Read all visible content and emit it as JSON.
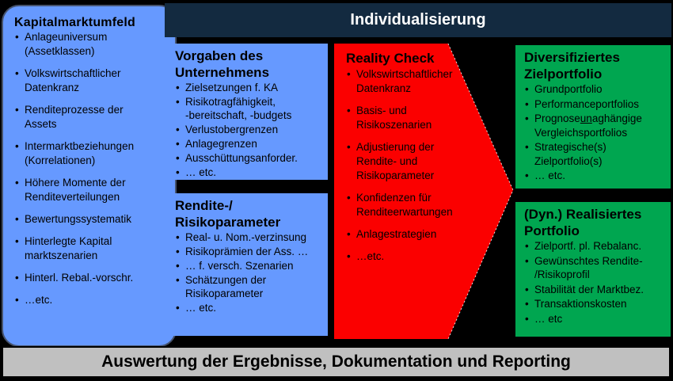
{
  "colors": {
    "background": "#000000",
    "box_blue": "#6699ff",
    "header_navy": "#132a40",
    "arrow_red": "#fb0000",
    "box_green": "#00a650",
    "footer_gray": "#c0c0c0"
  },
  "header": {
    "title": "Individualisierung"
  },
  "left_panel": {
    "title": "Kapitalmarktumfeld",
    "items": [
      "Anlageuniversum\n(Assetklassen)",
      "Volkswirtschaftlicher\nDatenkranz",
      "Renditeprozesse der\nAssets",
      "Intermarktbeziehungen\n(Korrelationen)",
      "Höhere Momente der\nRenditeverteilungen",
      "Bewertungssystematik",
      "Hinterlegte Kapital\nmarktszenarien",
      "Hinterl. Rebal.-vorschr.",
      "…etc."
    ]
  },
  "vorgaben_box": {
    "title": "Vorgaben des\nUnternehmens",
    "items": [
      "Zielsetzungen f. KA",
      "Risikotragfähigkeit,\n-bereitschaft, -budgets",
      "Verlustobergrenzen",
      "Anlagegrenzen",
      "Ausschüttungsanforder.",
      "… etc."
    ]
  },
  "rendite_box": {
    "title": "Rendite-/\nRisikoparameter",
    "items": [
      "Real- u. Nom.-verzinsung",
      "Risikoprämien der Ass. …",
      "… f. versch. Szenarien",
      "Schätzungen der\nRisikoparameter",
      "… etc."
    ]
  },
  "reality_check": {
    "title": "Reality Check",
    "items": [
      "Volkswirtschaftlicher\nDatenkranz",
      "Basis- und\nRisikoszenarien",
      "Adjustierung der\nRendite- und\nRisikoparameter",
      "Konfidenzen für\nRenditeerwartungen",
      "Anlagestrategien",
      "…etc."
    ]
  },
  "ziel_box": {
    "title": "Diversifiziertes\nZielportfolio",
    "items": [
      "Grundportfolio",
      "Performanceportfolios",
      {
        "pre": "Prognose",
        "u": "un",
        "post": "aghängige\nVergleichsportfolios"
      },
      "Strategische(s)\nZielportfolio(s)",
      "… etc."
    ]
  },
  "realisiert_box": {
    "title": "(Dyn.) Realisiertes\nPortfolio",
    "items": [
      "Zielportf. pl. Rebalanc.",
      "Gewünschtes Rendite-\n/Risikoprofil",
      "Stabilität der Marktbez.",
      "Transaktionskosten",
      "… etc"
    ]
  },
  "footer": {
    "title": "Auswertung der Ergebnisse, Dokumentation und Reporting"
  }
}
